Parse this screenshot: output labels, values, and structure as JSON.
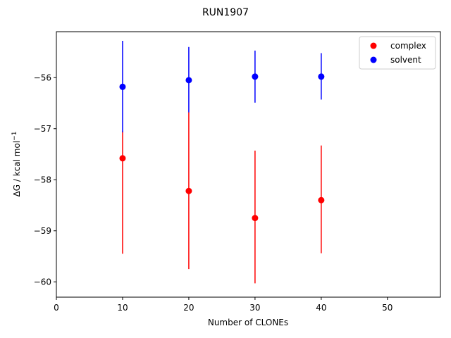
{
  "chart_data": {
    "type": "scatter",
    "title": "RUN1907",
    "xlabel": "Number of CLONEs",
    "ylabel_prefix": "ΔG / kcal mol",
    "ylabel_superscript": "−1",
    "xlim": [
      0,
      58
    ],
    "ylim": [
      -60.3,
      -55.1
    ],
    "xticks": [
      0,
      10,
      20,
      30,
      40,
      50
    ],
    "xtick_labels": [
      "0",
      "10",
      "20",
      "30",
      "40",
      "50"
    ],
    "yticks": [
      -60,
      -59,
      -58,
      -57,
      -56
    ],
    "ytick_labels": [
      "−60",
      "−59",
      "−58",
      "−57",
      "−56"
    ],
    "grid": false,
    "legend_position": "top-right",
    "series": [
      {
        "name": "complex",
        "color": "#ff0000",
        "points": [
          {
            "x": 10,
            "y": -57.58,
            "err_low": -59.45,
            "err_high": -57.05
          },
          {
            "x": 20,
            "y": -58.22,
            "err_low": -59.75,
            "err_high": -56.68
          },
          {
            "x": 30,
            "y": -58.75,
            "err_low": -60.03,
            "err_high": -57.43
          },
          {
            "x": 40,
            "y": -58.4,
            "err_low": -59.44,
            "err_high": -57.33
          }
        ]
      },
      {
        "name": "solvent",
        "color": "#0000ff",
        "points": [
          {
            "x": 10,
            "y": -56.18,
            "err_low": -57.07,
            "err_high": -55.28
          },
          {
            "x": 20,
            "y": -56.05,
            "err_low": -56.68,
            "err_high": -55.4
          },
          {
            "x": 30,
            "y": -55.98,
            "err_low": -56.49,
            "err_high": -55.47
          },
          {
            "x": 40,
            "y": -55.98,
            "err_low": -56.43,
            "err_high": -55.52
          }
        ]
      }
    ]
  }
}
